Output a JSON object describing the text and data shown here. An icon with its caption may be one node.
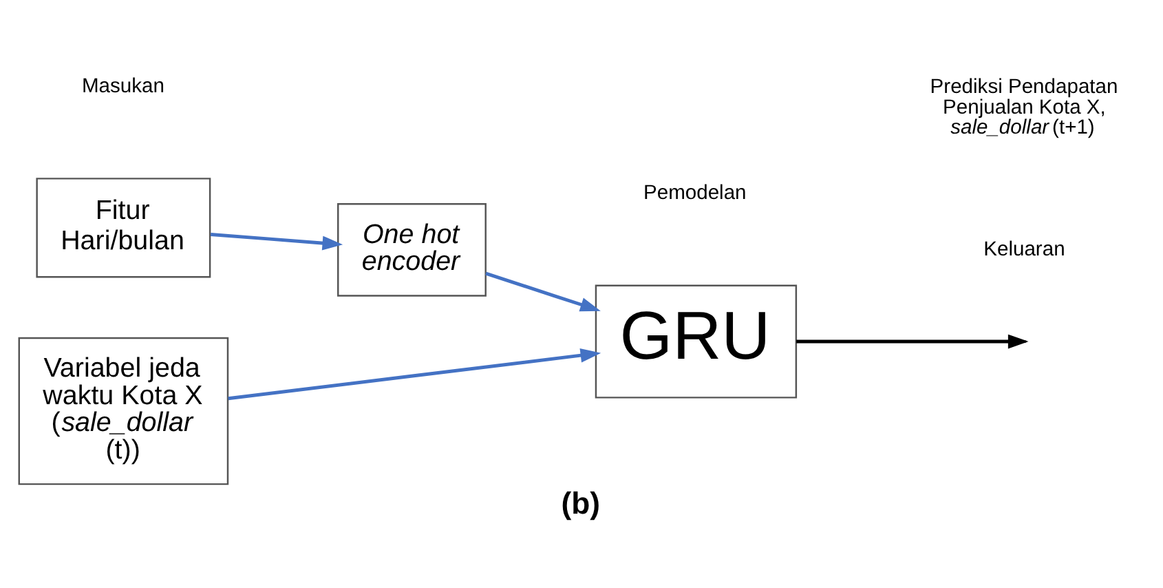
{
  "diagram": {
    "caption": "(b)",
    "nodes": [
      {
        "text": [
          "Fitur Hari/bulan"
        ]
      },
      {
        "text": [
          "One hot encoder"
        ]
      },
      {
        "text": [
          "Variabel jeda waktu Kota X (*sale_dollar* (t))"
        ]
      },
      {
        "text": [
          "GRU"
        ]
      }
    ],
    "edges": [
      {
        "from": 0,
        "to": 1,
        "arrow": "to"
      },
      {
        "from": 1,
        "to": 3,
        "arrow": "to"
      },
      {
        "from": 2,
        "to": 3,
        "arrow": "to"
      },
      {
        "from": 3,
        "to": null,
        "arrow": "to",
        "color": "#000000"
      }
    ],
    "labels": [
      "Masukan",
      "Pemodelan",
      "Keluaran",
      "Prediksi Pendapatan Penjualan Kota X, *sale_dollar* (t+1)"
    ]
  }
}
